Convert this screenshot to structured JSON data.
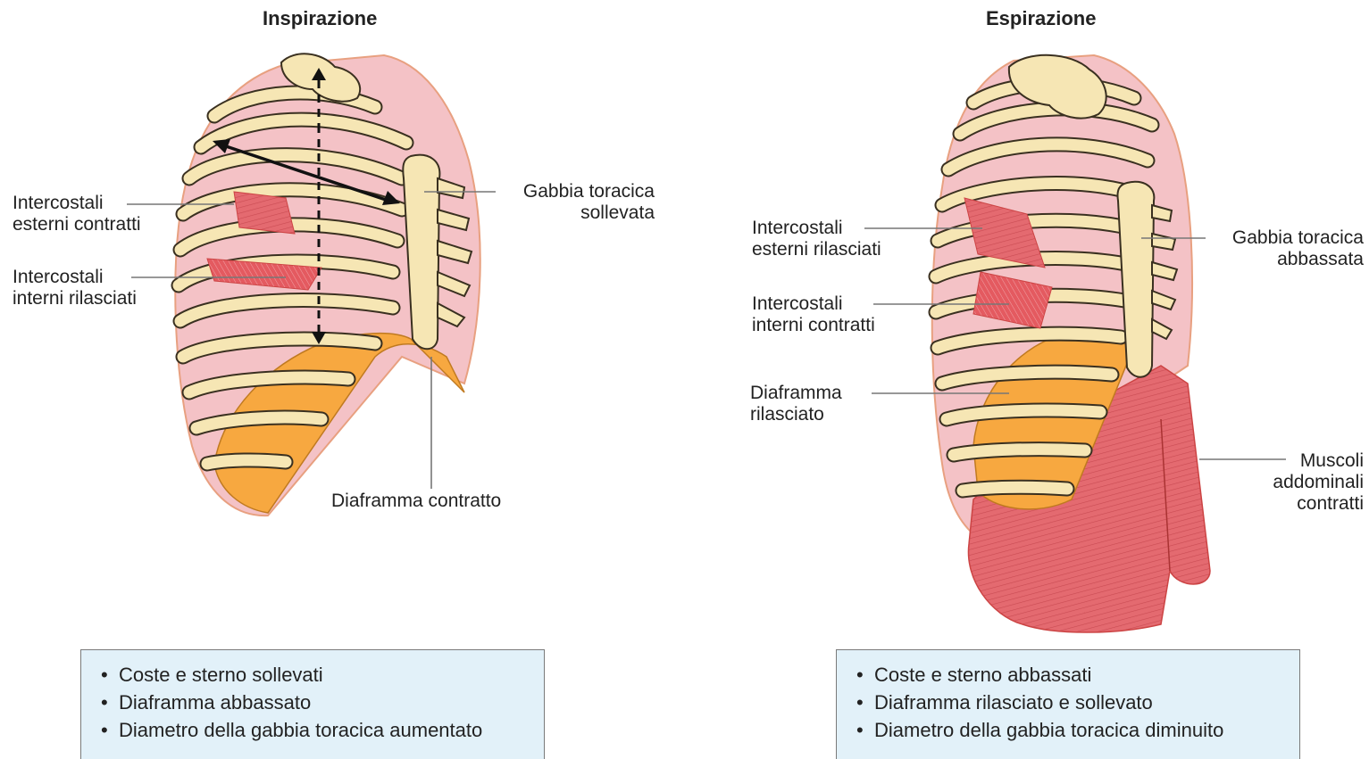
{
  "inspiration": {
    "title": "Inspirazione",
    "labels": {
      "ext_intercostals": [
        "Intercostali",
        "esterni contratti"
      ],
      "int_intercostals": [
        "Intercostali",
        "interni rilasciati"
      ],
      "ribcage": [
        "Gabbia toracica",
        "sollevata"
      ],
      "diaphragm": "Diaframma contratto"
    },
    "points": [
      "Coste e sterno sollevati",
      "Diaframma abbassato",
      "Diametro della gabbia toracica aumentato"
    ]
  },
  "expiration": {
    "title": "Espirazione",
    "labels": {
      "ext_intercostals": [
        "Intercostali",
        "esterni rilasciati"
      ],
      "int_intercostals": [
        "Intercostali",
        "interni contratti"
      ],
      "diaphragm": [
        "Diaframma",
        "rilasciato"
      ],
      "ribcage": [
        "Gabbia toracica",
        "abbassata"
      ],
      "abdominals": [
        "Muscoli",
        "addominali",
        "contratti"
      ]
    },
    "points": [
      "Coste e sterno abbassati",
      "Diaframma rilasciato e sollevato",
      "Diametro della gabbia toracica diminuito"
    ]
  },
  "colors": {
    "bone": "#f6e6b4",
    "bone_outline": "#3a3020",
    "lung_pink": "#f4c2c6",
    "muscle_red": "#e0585e",
    "diaphragm_orange": "#f6a640",
    "box_fill": "#e2f1f9"
  }
}
